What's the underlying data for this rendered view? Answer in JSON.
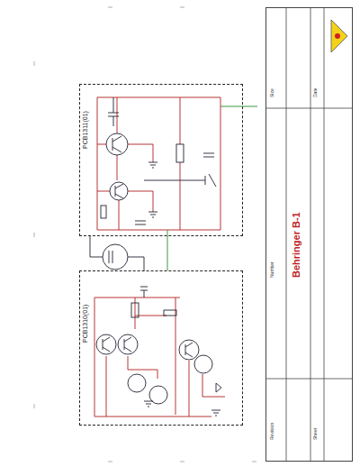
{
  "diagram": {
    "nodes": [
      {
        "text": [
          "PCB1311(01)"
        ]
      },
      {
        "text": [
          "PCB1310(01)"
        ]
      },
      {
        "text": [
          "Behringer B-1",
          "Size",
          "Number",
          "Revision",
          "Date",
          "Sheet"
        ]
      }
    ],
    "edges": [
      {
        "from": 0,
        "to": 1,
        "arrow": "none"
      }
    ]
  }
}
